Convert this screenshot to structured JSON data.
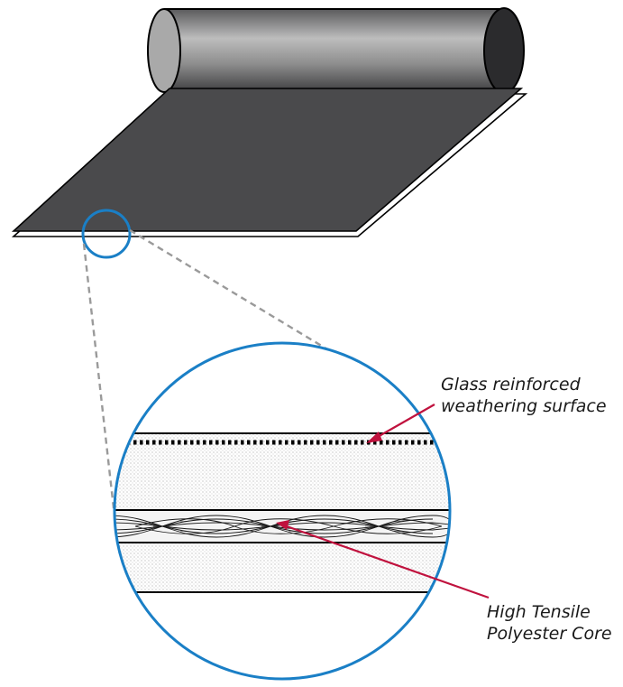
{
  "callouts": {
    "glass_line1": "Glass reinforced",
    "glass_line2": "weathering surface",
    "core_line1": "High Tensile",
    "core_line2": "Polyester Core"
  },
  "colors": {
    "highlight_circle": "#1a7fc6",
    "leader_arrow": "#c0123e",
    "membrane_surface": "#4a4a4c",
    "roll_end": "#2b2b2d",
    "zoom_lines": "#9a9a9a"
  }
}
